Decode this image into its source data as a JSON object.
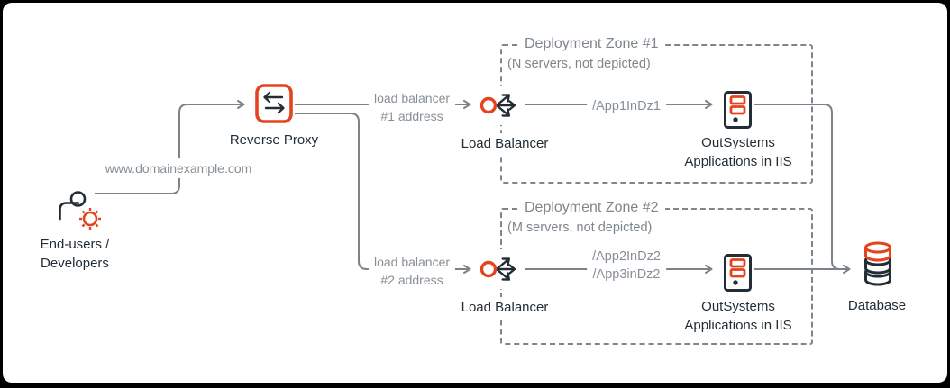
{
  "colors": {
    "accent": "#E5431E",
    "ink": "#222D36",
    "wire": "#7B8289",
    "muted": "#878F96",
    "zone": "#7E868D"
  },
  "diagram": {
    "end_users": {
      "label_line1": "End-users /",
      "label_line2": "Developers"
    },
    "domain": "www.domainexample.com",
    "reverse_proxy": "Reverse Proxy",
    "routes": {
      "lb1_line1": "load balancer",
      "lb1_line2": "#1 address",
      "lb2_line1": "load balancer",
      "lb2_line2": "#2 address",
      "app1": "/App1InDz1",
      "app2": "/App2InDz2",
      "app3": "/App3inDz2"
    },
    "zone1": {
      "title": "Deployment Zone #1",
      "subtitle": "(N servers, not depicted)",
      "lb_label": "Load Balancer",
      "iis_line1": "OutSystems",
      "iis_line2": "Applications in IIS"
    },
    "zone2": {
      "title": "Deployment Zone #2",
      "subtitle": "(M servers, not depicted)",
      "lb_label": "Load Balancer",
      "iis_line1": "OutSystems",
      "iis_line2": "Applications in IIS"
    },
    "database": "Database"
  }
}
